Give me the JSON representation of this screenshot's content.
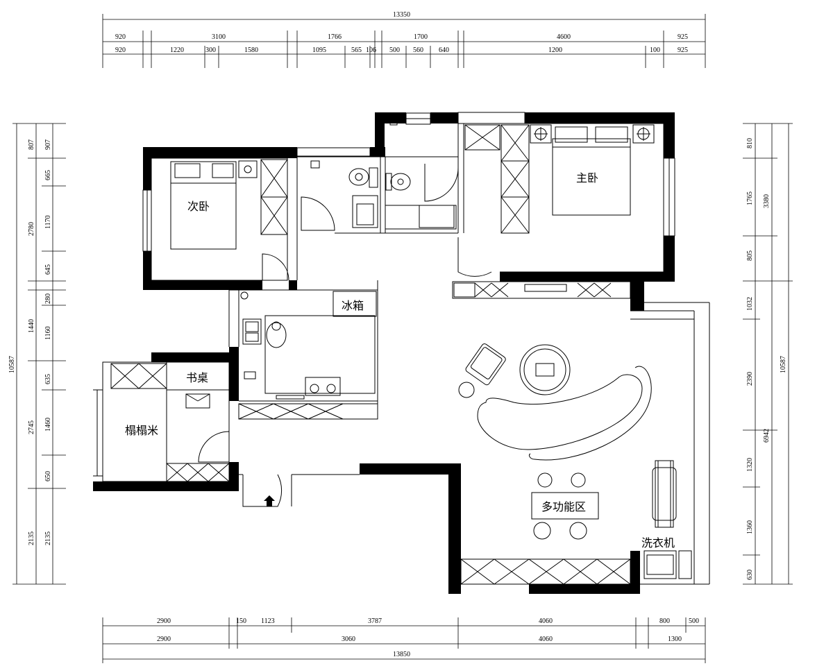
{
  "rooms": {
    "second_bedroom": "次卧",
    "master_bedroom": "主卧",
    "refrigerator": "冰箱",
    "desk": "书桌",
    "tatami": "榻榻米",
    "multifunction_area": "多功能区",
    "washing_machine": "洗衣机"
  },
  "dimensions": {
    "top_total": "13350",
    "top_row1": [
      "920",
      "3100",
      "1766",
      "1700",
      "4600",
      "925"
    ],
    "top_row2": [
      "920",
      "1220",
      "300",
      "1580",
      "1095",
      "565",
      "106",
      "500",
      "560",
      "640",
      "1200",
      "100",
      "925"
    ],
    "bottom_row1": [
      "2900",
      "150",
      "1123",
      "3787",
      "4060",
      "800",
      "500"
    ],
    "bottom_row2": [
      "2900",
      "3060",
      "4060",
      "1300"
    ],
    "bottom_total": "13850",
    "left_total": "10587",
    "left_outer": [
      "807",
      "2780",
      "1440",
      "2745",
      "2135"
    ],
    "left_inner": [
      "907",
      "665",
      "1170",
      "645",
      "280",
      "1160",
      "635",
      "1460",
      "650",
      "2135"
    ],
    "right_outer": [
      "3380",
      "10587"
    ],
    "right_inner": [
      "810",
      "1765",
      "805",
      "1032",
      "2390",
      "1320",
      "1360",
      "630"
    ],
    "right_mid": [
      "6942"
    ]
  }
}
